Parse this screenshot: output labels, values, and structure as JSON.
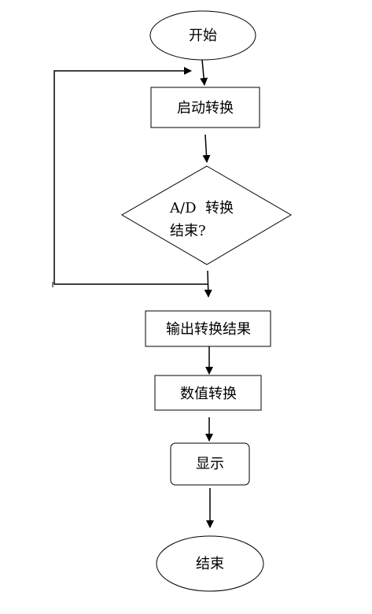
{
  "flowchart": {
    "start_label": "开始",
    "step_start_conversion": "启动转换",
    "decision_line1": "A/D  转换",
    "decision_line2": "结束?",
    "step_output_result": "输出转换结果",
    "step_numeric_conversion": "数值转换",
    "step_display": "显示",
    "end_label": "结束"
  }
}
